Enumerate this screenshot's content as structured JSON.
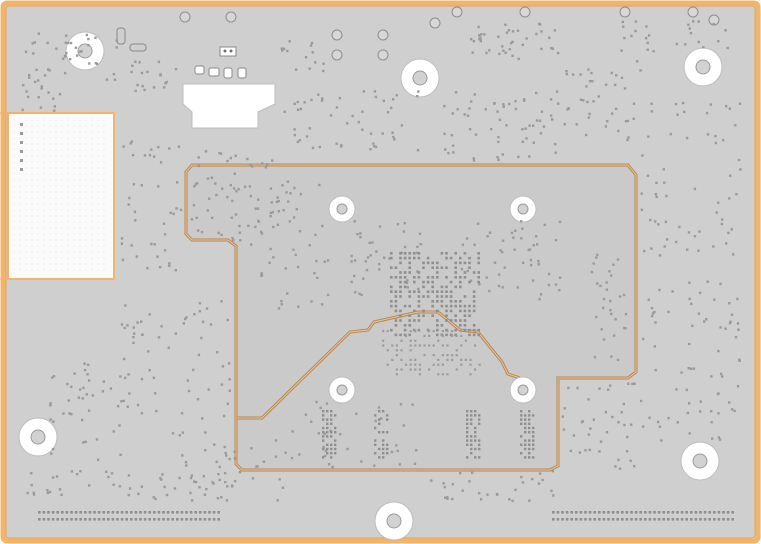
{
  "board": {
    "background_color": "#ffffff",
    "substrate_color": "#cfcfcf",
    "edge_color": "#f2b46b",
    "copper_outline_color": "#b9854f",
    "via_color": "#9a9a9a",
    "mounting_hole_color": "#ffffff",
    "component_color": "#ffffff"
  },
  "layers": {
    "board_outline": "board-edge",
    "copper_pour": "ground-plane-region",
    "cutout_region": "edge-connector-keepout"
  },
  "mounting_holes": [
    "mounting-hole-top-left",
    "mounting-hole-top-center",
    "mounting-hole-top-right",
    "mounting-hole-bottom-left",
    "mounting-hole-bottom-center",
    "mounting-hole-bottom-right"
  ],
  "standoffs": [
    "standoff-heatsink-tl",
    "standoff-heatsink-tr",
    "standoff-heatsink-bl",
    "standoff-heatsink-br"
  ]
}
